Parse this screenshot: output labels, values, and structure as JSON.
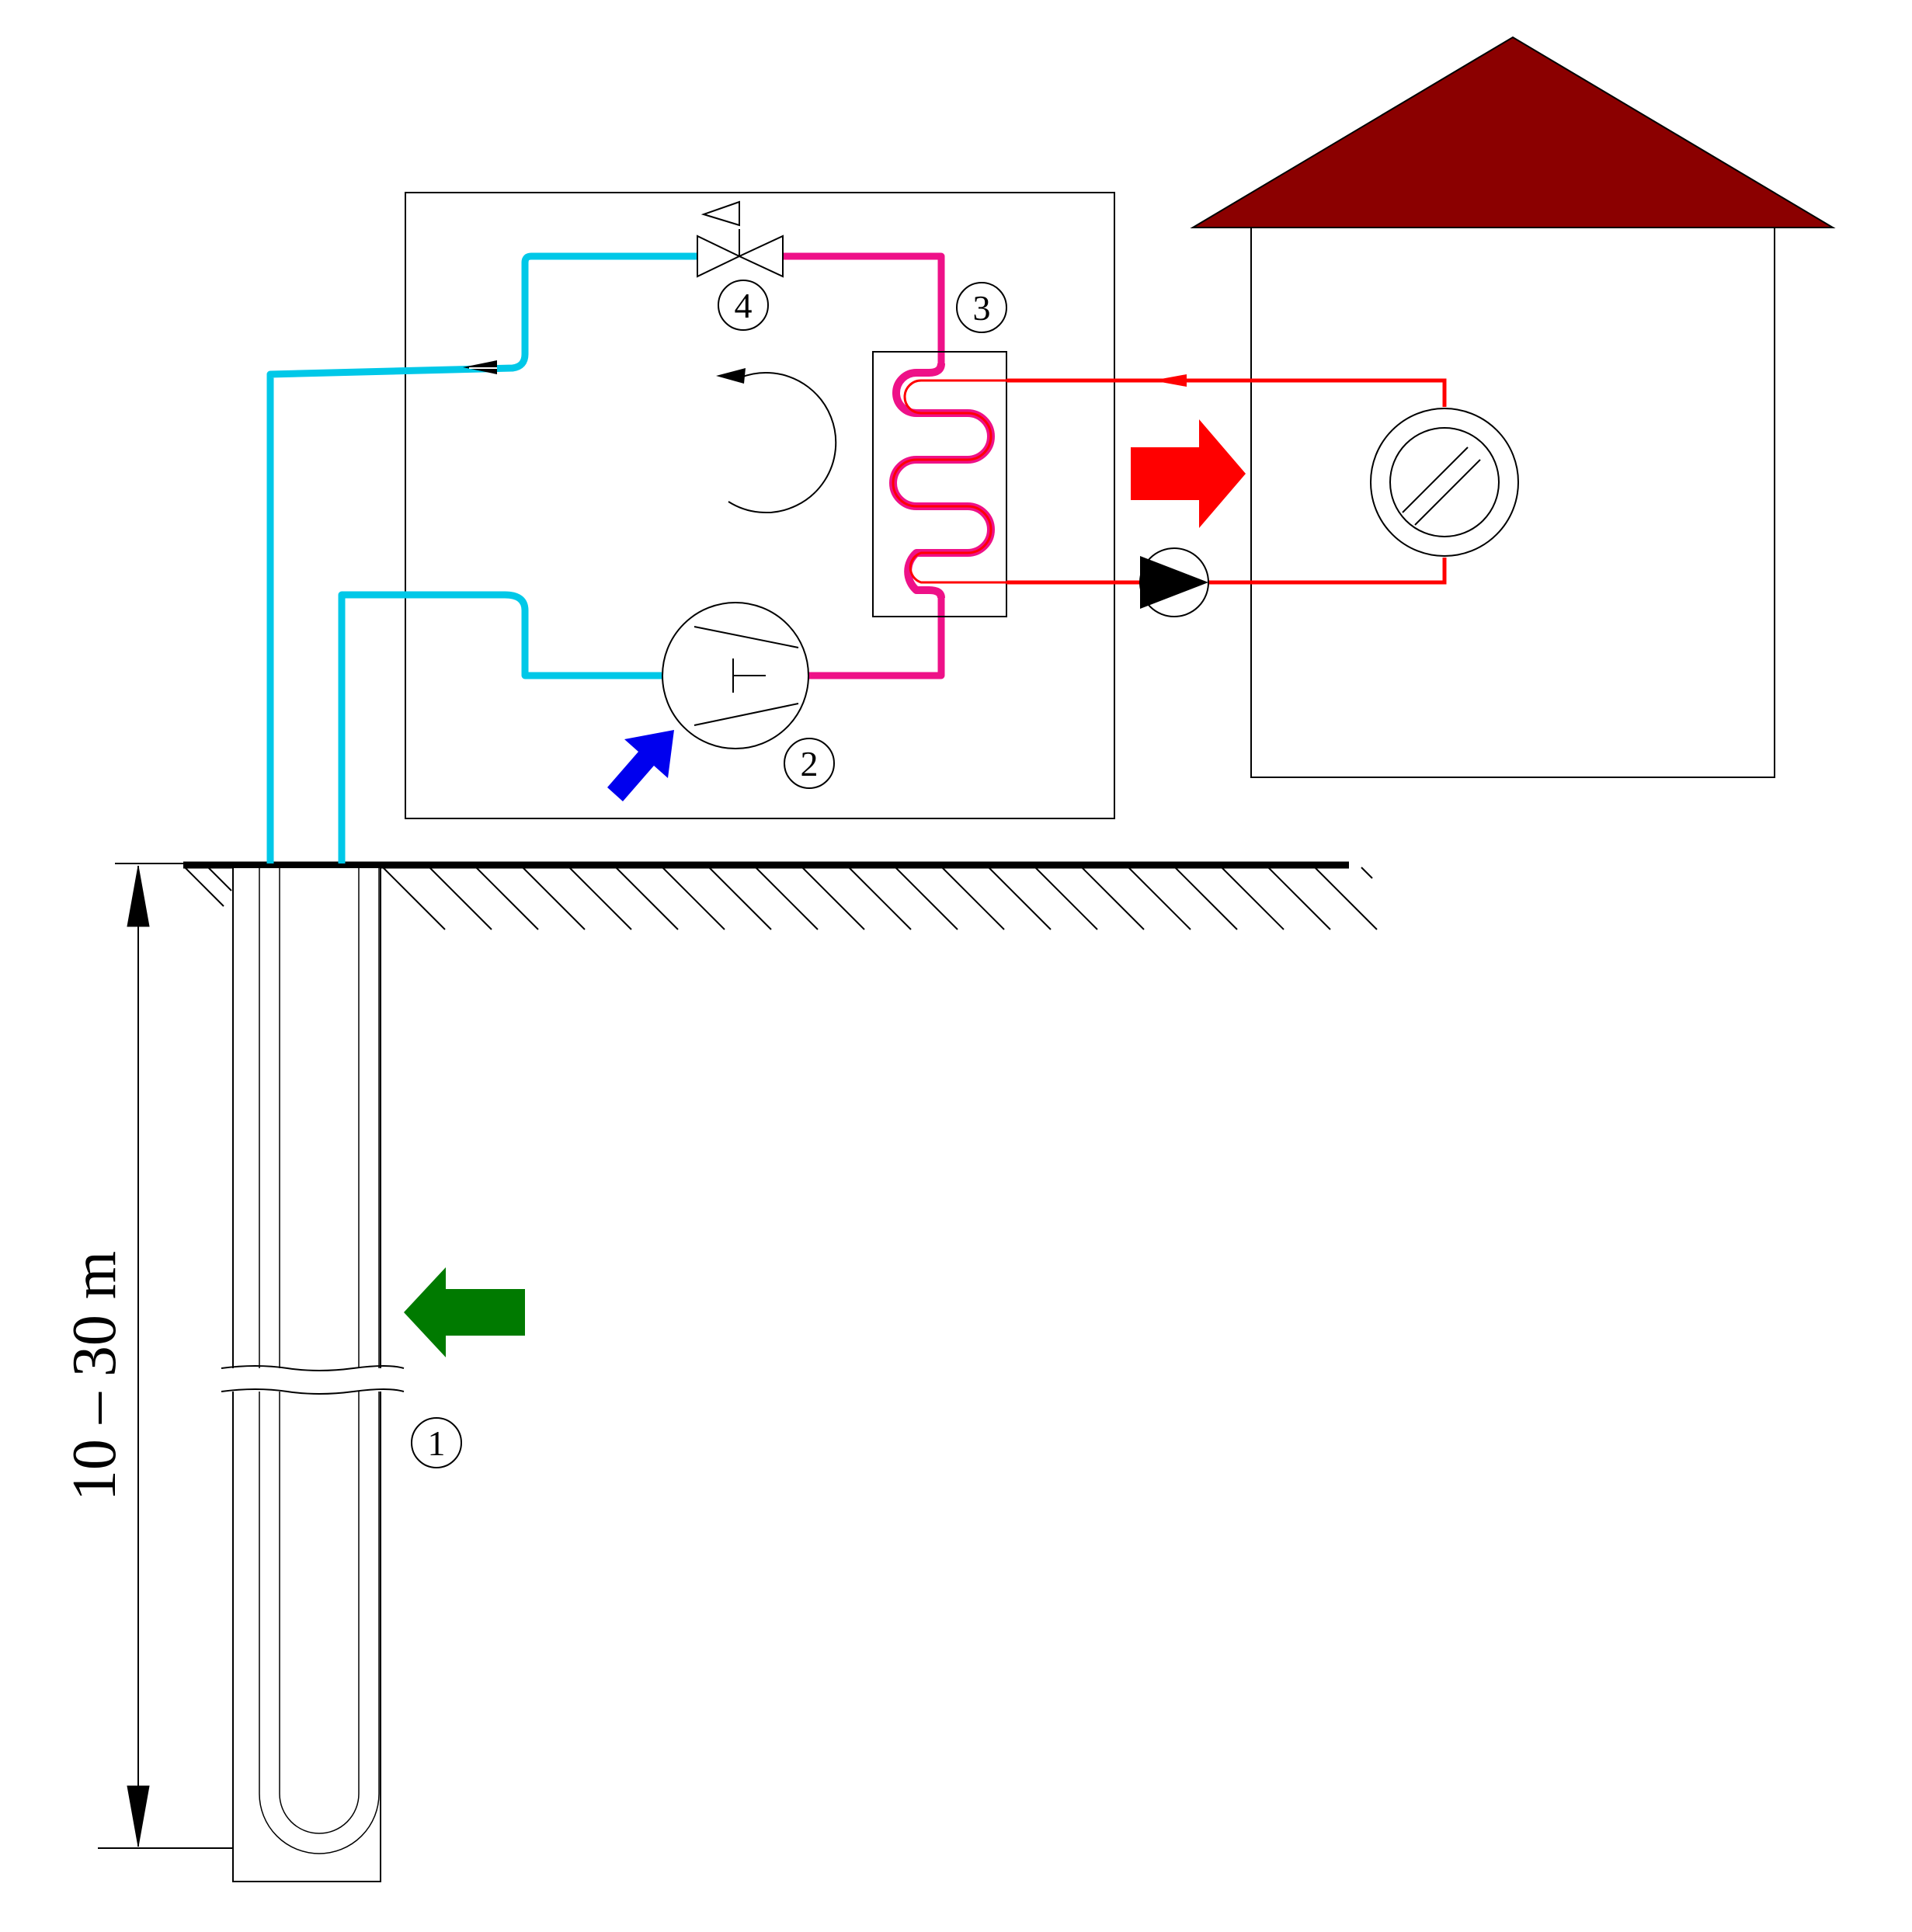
{
  "labels": {
    "borehole": "1",
    "compressor": "2",
    "condenser": "3",
    "expansion_valve": "4",
    "depth": "10 – 30 m"
  },
  "colors": {
    "ground_loop": "#00c8e8",
    "refrigerant_hot": "#ee1188",
    "heating_circuit": "#ff0000",
    "roof": "#8b0000",
    "ground_heat_arrow": "#007a00",
    "work_input_arrow": "#0000ee",
    "heat_output_arrow": "#ff0000",
    "line": "#000000"
  },
  "icons": [
    "hatched-ground",
    "borehole-u-pipe",
    "expansion-valve-icon",
    "compressor-icon",
    "condenser-coil",
    "circulation-pump-icon",
    "radiator-icon",
    "cycle-direction-arrow",
    "house-roof"
  ]
}
